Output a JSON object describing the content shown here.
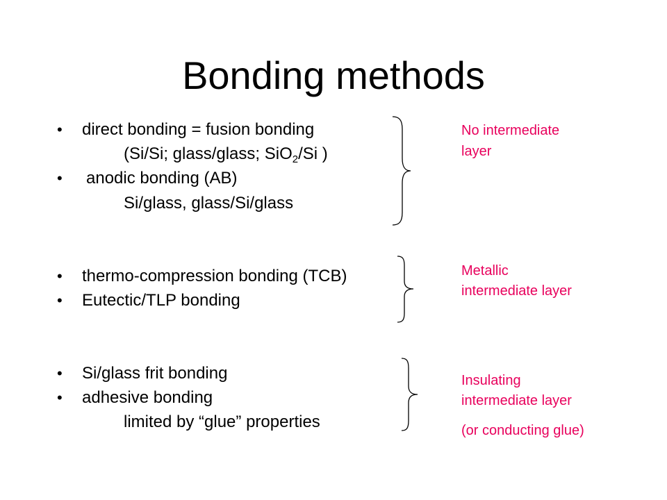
{
  "title": "Bonding methods",
  "bullet_char": "•",
  "group1": {
    "item1": "direct bonding = fusion bonding",
    "item1_sub_prefix": "(Si/Si; glass/glass; SiO",
    "item1_sub_subscript": "2",
    "item1_sub_suffix": "/Si )",
    "item2": "anodic bonding (AB)",
    "item2_sub": "Si/glass, glass/Si/glass",
    "note_line1": "No intermediate",
    "note_line2": "layer"
  },
  "group2": {
    "item1": "thermo-compression bonding (TCB)",
    "item2": "Eutectic/TLP bonding",
    "note_line1": "Metallic",
    "note_line2": "intermediate layer"
  },
  "group3": {
    "item1": "Si/glass frit bonding",
    "item2": "adhesive bonding",
    "item2_sub": "limited by “glue” properties",
    "note_line1": "Insulating",
    "note_line2": "intermediate layer",
    "note_line3": "(or conducting glue)"
  },
  "colors": {
    "note_text": "#e8005c",
    "body_text": "#000000",
    "background": "#ffffff"
  }
}
